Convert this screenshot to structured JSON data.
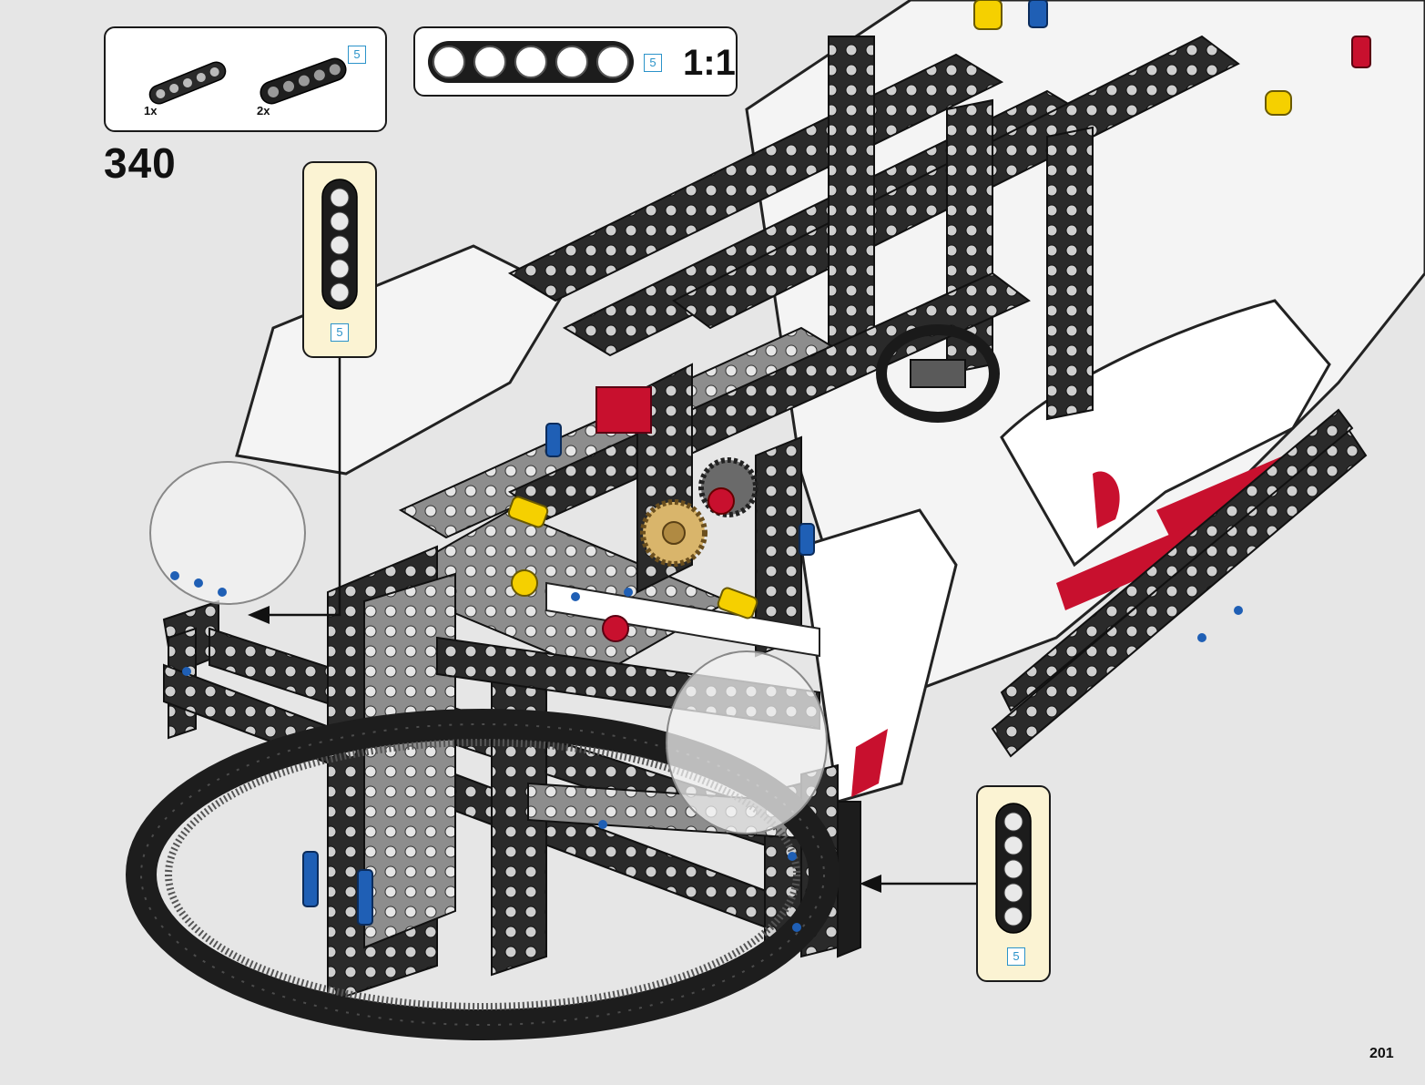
{
  "parts_panel": {
    "items": [
      {
        "qty": "1x",
        "length": "5",
        "color": "#2a2a2a"
      },
      {
        "qty": "2x",
        "length": "5",
        "color": "#1f1f1f"
      }
    ],
    "length_badge": "5"
  },
  "scale_panel": {
    "length": "5",
    "scale": "1:1"
  },
  "step": {
    "number": "340"
  },
  "callouts": [
    {
      "length": "5"
    },
    {
      "length": "5"
    }
  ],
  "page": {
    "number": "201"
  },
  "colors": {
    "background": "#e6e6e6",
    "callout_bg": "#fbf3d3",
    "badge_blue": "#2b93c9",
    "beam_black": "#1f1f1f",
    "body_white": "#ffffff",
    "accent_red": "#c8102e",
    "pin_blue": "#1f5fb5",
    "accent_yellow": "#f5d000"
  }
}
